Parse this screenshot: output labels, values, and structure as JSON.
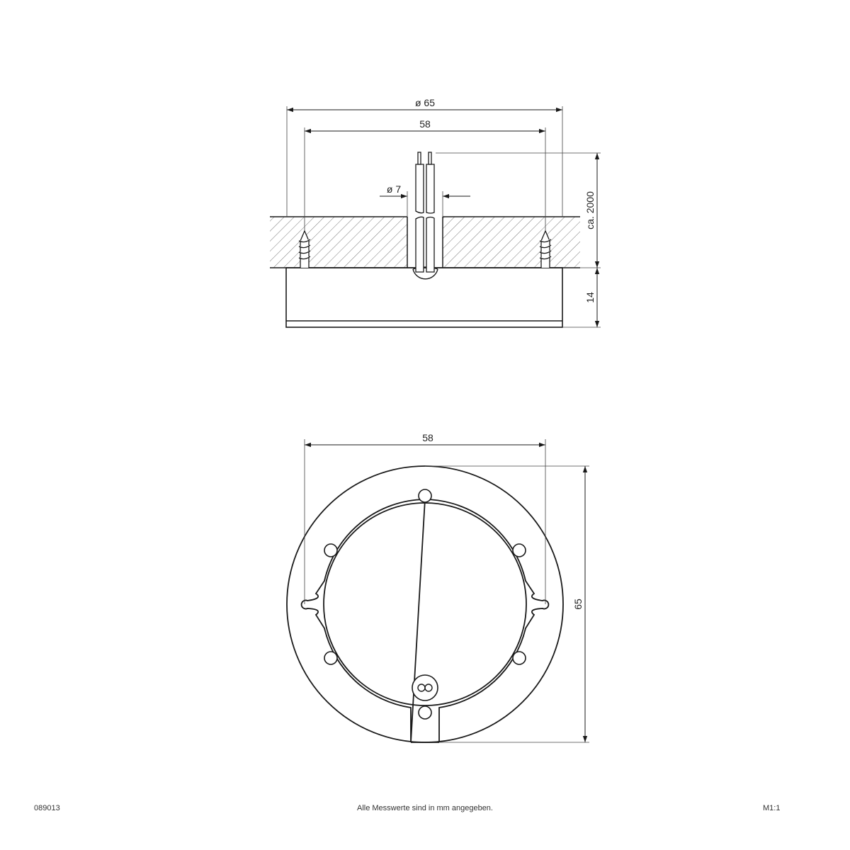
{
  "drawing": {
    "side_view": {
      "dim_outer_diameter": "ø 65",
      "dim_hole_spacing": "58",
      "dim_cable_diameter": "ø 7",
      "dim_cable_length": "ca. 2000",
      "dim_height": "14"
    },
    "top_view": {
      "dim_hole_spacing": "58",
      "dim_outer_diameter": "65"
    }
  },
  "footer": {
    "article_number": "089013",
    "note": "Alle Messwerte sind in mm angegeben.",
    "scale": "M1:1"
  },
  "colors": {
    "line": "#1a1a1a",
    "dimension_line": "#333333",
    "background": "#ffffff"
  }
}
